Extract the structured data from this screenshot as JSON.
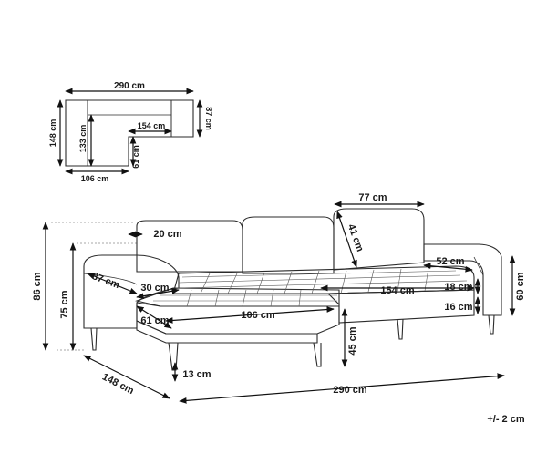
{
  "plan": {
    "total_width": "290 cm",
    "depth_right": "87 cm",
    "depth_total": "148 cm",
    "depth_inner": "133 cm",
    "seat_length": "154 cm",
    "chaise_seat_depth": "61 cm",
    "chaise_width": "106 cm"
  },
  "sofa": {
    "back_cushion_width": "77 cm",
    "back_cushion_height": "41 cm",
    "armrest_width": "20 cm",
    "total_height": "86 cm",
    "arm_height": "75 cm",
    "arm_depth": "87 cm",
    "seat_thickness": "30 cm",
    "chaise_seat_depth": "61 cm",
    "chaise_seat_width": "106 cm",
    "seat_depth_right": "52 cm",
    "main_seat_length": "154 cm",
    "cushion_thickness": "18 cm",
    "base_thickness": "16 cm",
    "right_arm_height": "60 cm",
    "seat_height": "45 cm",
    "leg_height": "13 cm",
    "total_depth": "148 cm",
    "total_width": "290 cm"
  },
  "tolerance": "+/- 2 cm"
}
